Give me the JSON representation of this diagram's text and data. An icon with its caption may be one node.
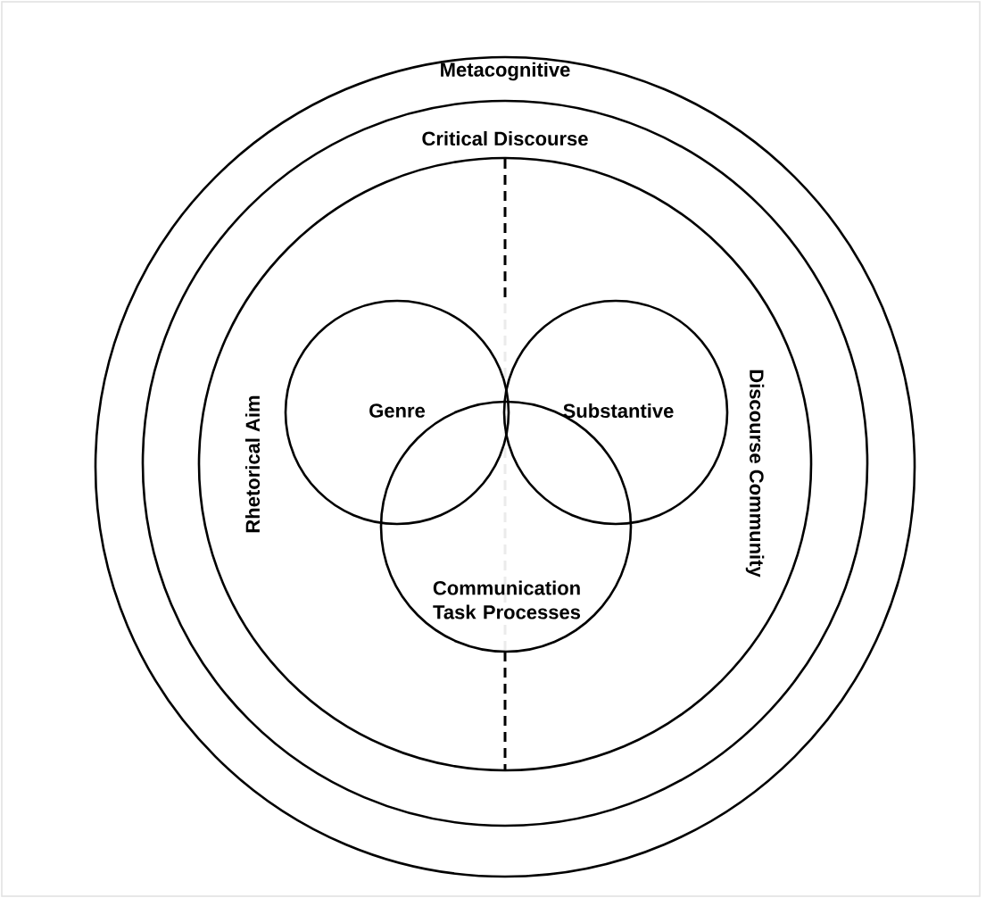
{
  "diagram": {
    "nodes": [
      {
        "text": [
          "Metacognitive"
        ]
      },
      {
        "text": [
          "Critical Discourse"
        ],
        "in": 0
      },
      {
        "text": [
          "Rhetorical Aim",
          "Discourse Community"
        ],
        "in": 1
      },
      {
        "text": [
          "Genre"
        ],
        "in": 2
      },
      {
        "text": [
          "Substantive"
        ],
        "in": 2
      },
      {
        "text": [
          "Communication Task Processes"
        ],
        "in": 2
      }
    ]
  }
}
